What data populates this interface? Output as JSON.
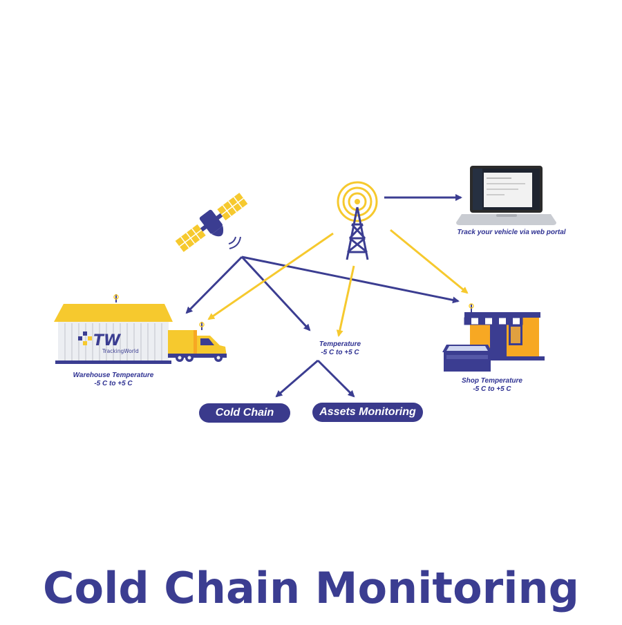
{
  "title": "Cold Chain Monitoring",
  "nodes": {
    "warehouse": {
      "label": "Warehouse Temperature",
      "range": "-5 C to +5 C",
      "brand": "TrackingWorld",
      "logo": "TW"
    },
    "center": {
      "label": "Temperature",
      "range": "-5 C to +5 C"
    },
    "shop": {
      "label": "Shop Temperature",
      "range": "-5 C to +5 C"
    },
    "laptop": {
      "label": "Track your vehicle via web portal"
    }
  },
  "pills": {
    "cold_chain": "Cold Chain",
    "assets": "Assets Monitoring"
  },
  "colors": {
    "navy": "#2e3192",
    "yellow": "#f6c92e",
    "orange": "#f7a823",
    "pill_bg": "#3a3a8c"
  },
  "icons": [
    "satellite-icon",
    "cell-tower-icon",
    "laptop-icon",
    "warehouse-icon",
    "truck-icon",
    "shop-icon",
    "freezer-icon"
  ]
}
